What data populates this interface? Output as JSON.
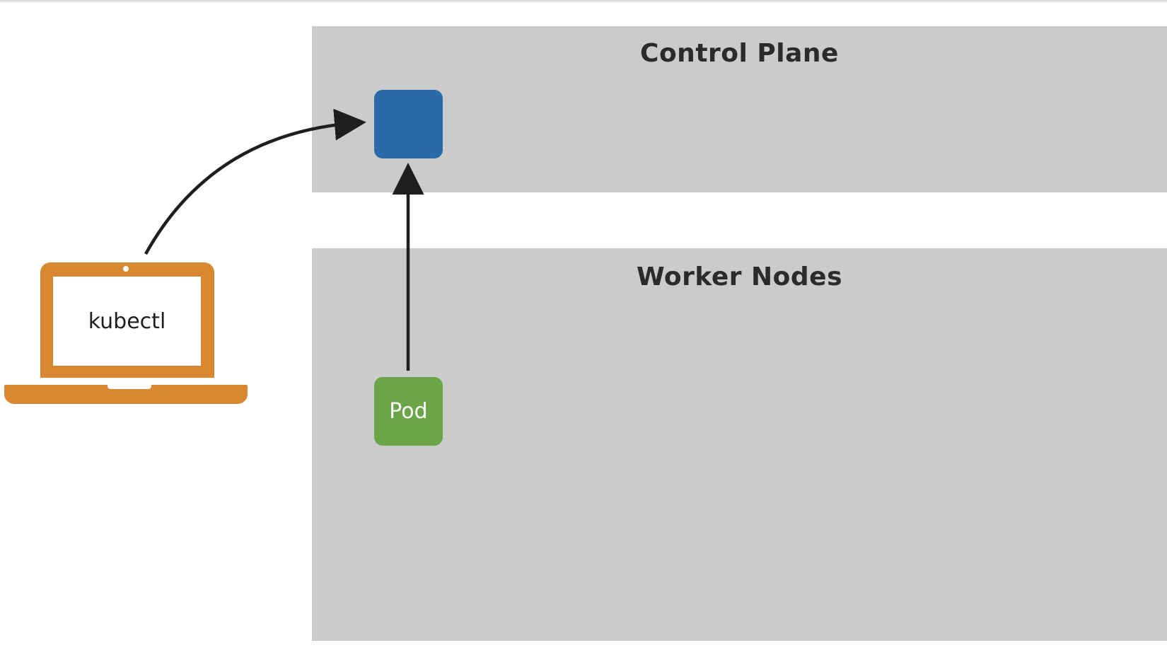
{
  "panels": {
    "control_plane": {
      "title": "Control Plane"
    },
    "worker_nodes": {
      "title": "Worker Nodes"
    }
  },
  "nodes": {
    "api_server": {
      "label": ""
    },
    "pod": {
      "label": "Pod"
    }
  },
  "client": {
    "label": "kubectl",
    "icon": "laptop-icon"
  },
  "colors": {
    "panel_background": "#cbcbcb",
    "api_server": "#2a6aab",
    "pod": "#6aa548",
    "laptop": "#d98730",
    "arrow": "#1e1e1e",
    "title_text": "#2b2b2b"
  },
  "edges": [
    {
      "from": "kubectl",
      "to": "api_server",
      "style": "curved-arrow"
    },
    {
      "from": "pod",
      "to": "api_server",
      "style": "straight-arrow"
    }
  ]
}
